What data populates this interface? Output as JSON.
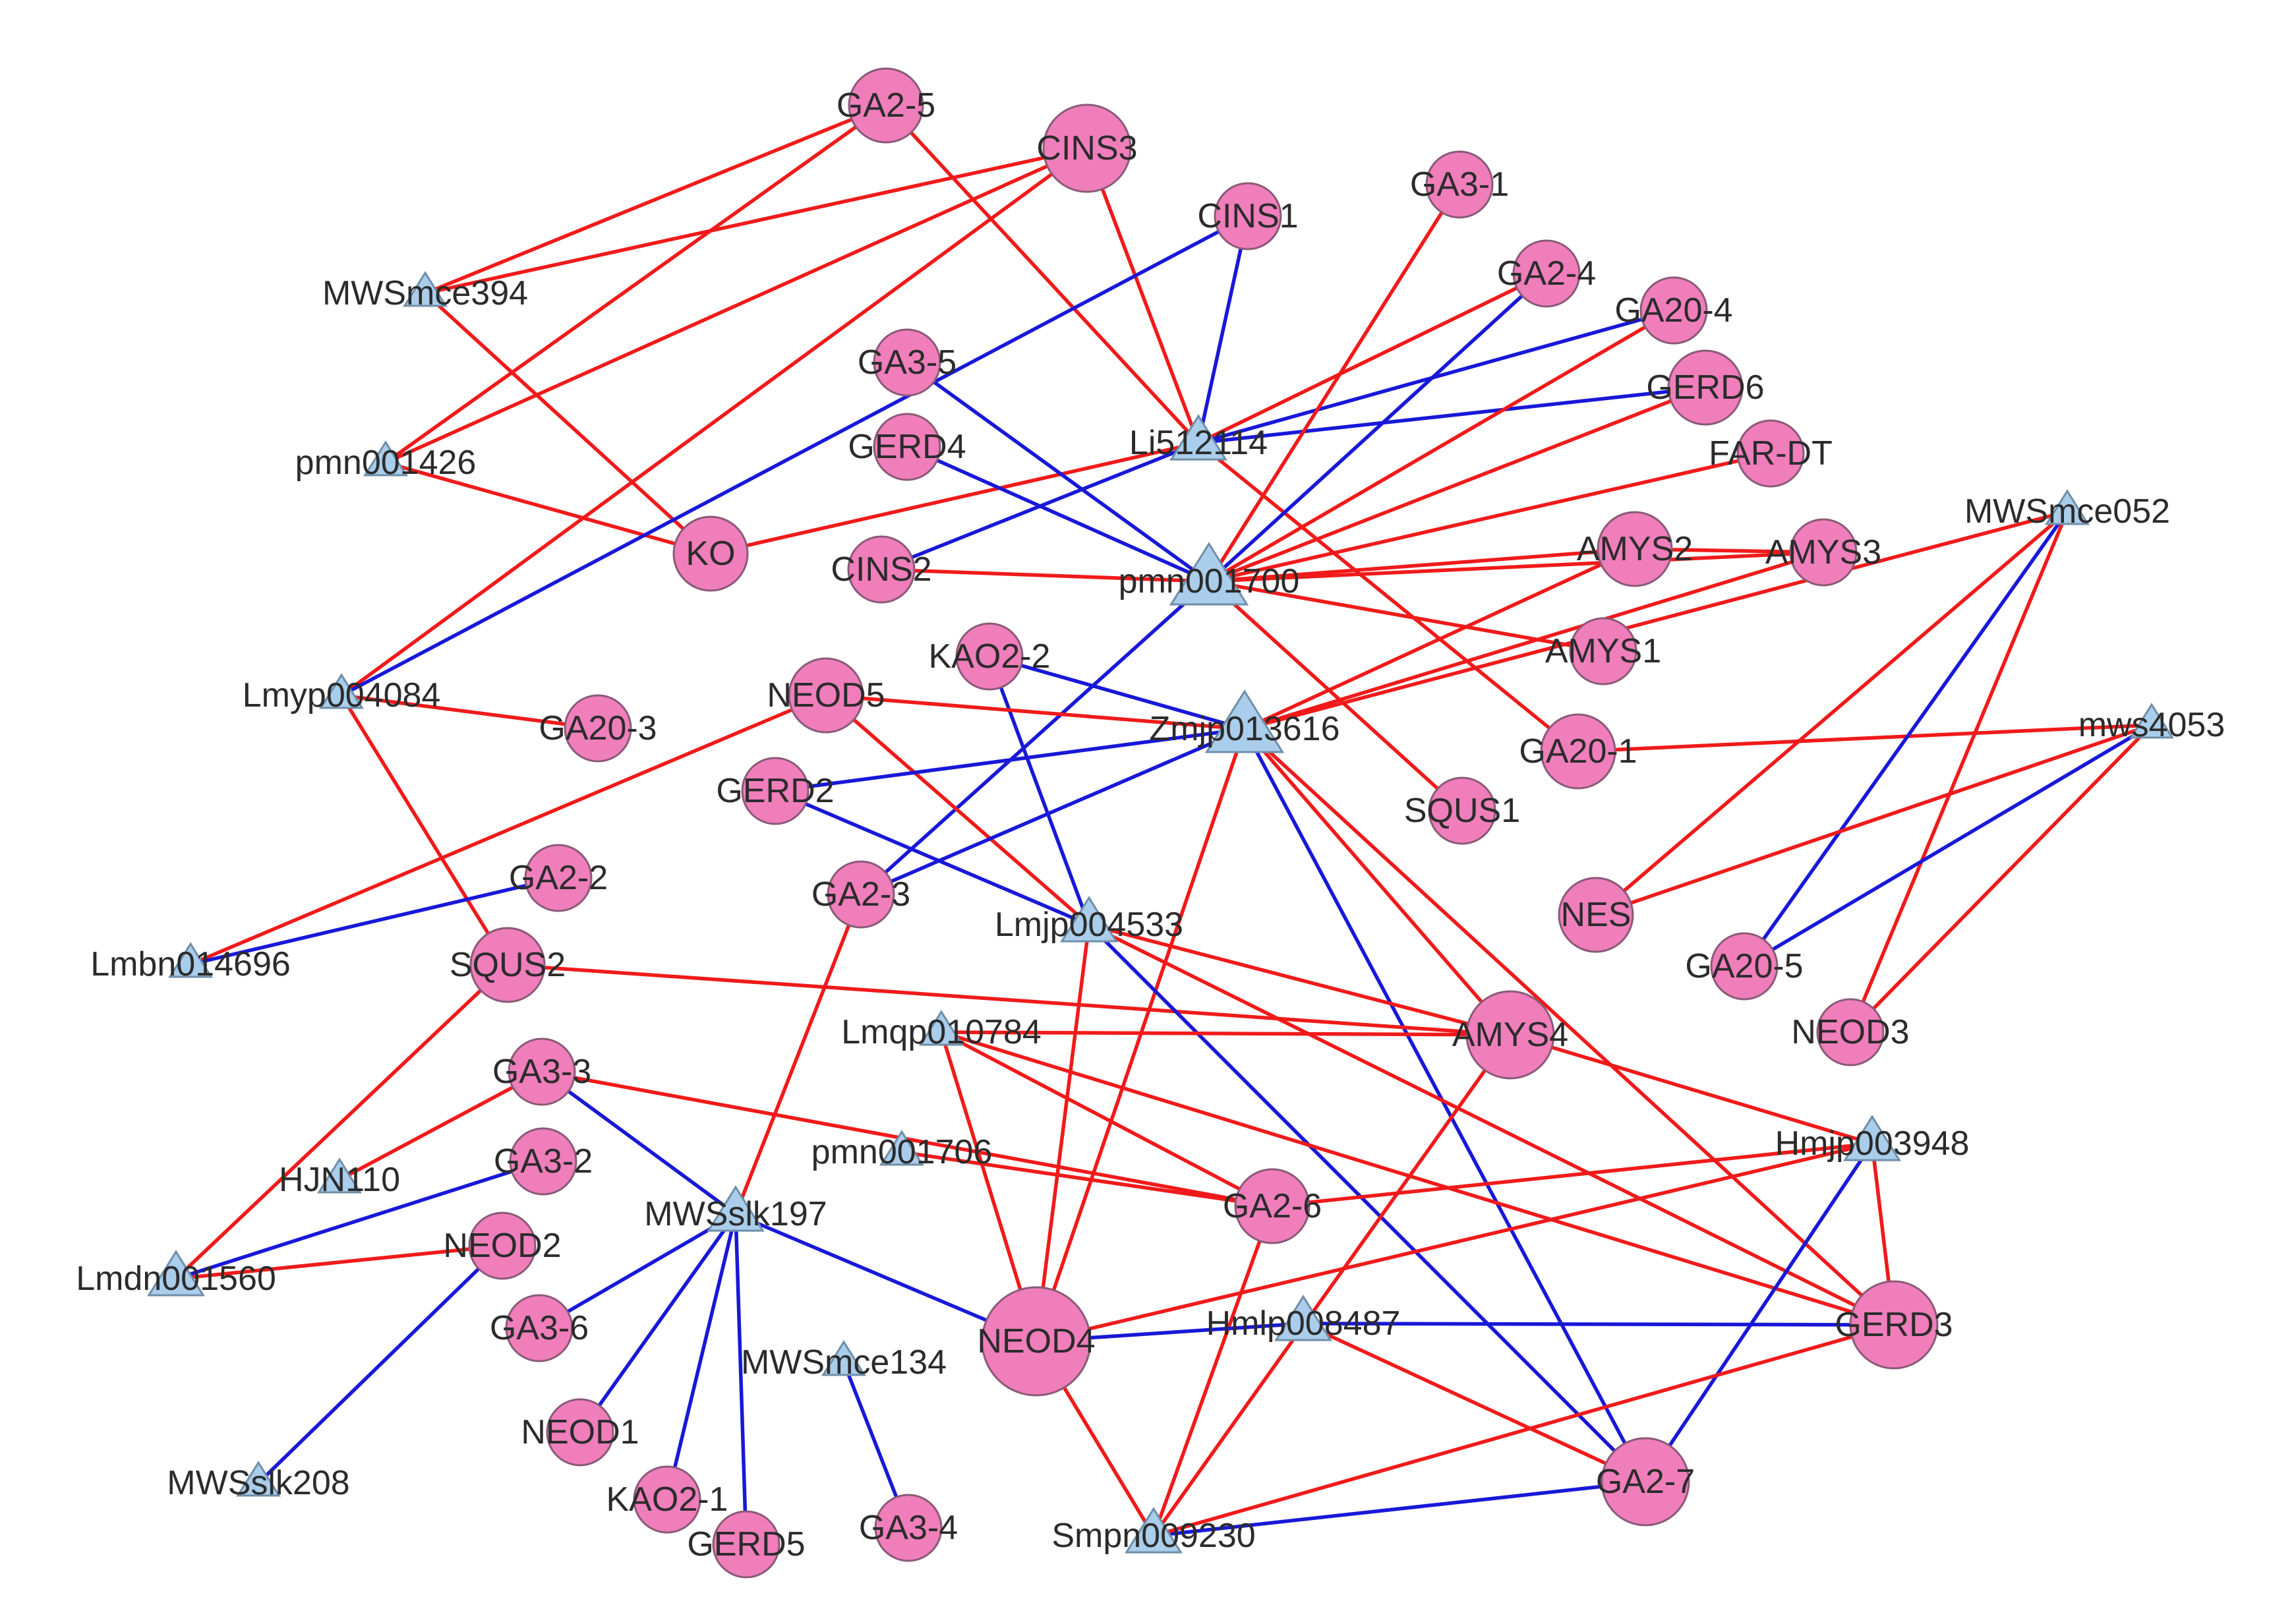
{
  "colors": {
    "circle_fill": "#f07ebb",
    "triangle_fill": "#a9cdea",
    "positive_edge": "#f01a1a",
    "negative_edge": "#1818d8"
  },
  "edge_types": {
    "r": "positive_edge",
    "b": "negative_edge"
  },
  "nodes": [
    {
      "id": "GA2-5",
      "shape": "circle",
      "size": "m"
    },
    {
      "id": "CINS3",
      "shape": "circle",
      "size": "l"
    },
    {
      "id": "CINS1",
      "shape": "circle",
      "size": "s"
    },
    {
      "id": "GA3-1",
      "shape": "circle",
      "size": "s"
    },
    {
      "id": "GA2-4",
      "shape": "circle",
      "size": "s"
    },
    {
      "id": "GA20-4",
      "shape": "circle",
      "size": "s"
    },
    {
      "id": "GERD6",
      "shape": "circle",
      "size": "m"
    },
    {
      "id": "FAR-DT",
      "shape": "circle",
      "size": "s"
    },
    {
      "id": "MWSmce394",
      "shape": "triangle",
      "size": "s"
    },
    {
      "id": "GA3-5",
      "shape": "circle",
      "size": "s"
    },
    {
      "id": "GERD4",
      "shape": "circle",
      "size": "s"
    },
    {
      "id": "Li512114",
      "shape": "triangle",
      "size": "m"
    },
    {
      "id": "pmn001426",
      "shape": "triangle",
      "size": "s"
    },
    {
      "id": "KO",
      "shape": "circle",
      "size": "m"
    },
    {
      "id": "CINS2",
      "shape": "circle",
      "size": "s"
    },
    {
      "id": "pmn001700",
      "shape": "triangle",
      "size": "l"
    },
    {
      "id": "AMYS2",
      "shape": "circle",
      "size": "m"
    },
    {
      "id": "AMYS3",
      "shape": "circle",
      "size": "s"
    },
    {
      "id": "MWSmce052",
      "shape": "triangle",
      "size": "s"
    },
    {
      "id": "KAO2-2",
      "shape": "circle",
      "size": "s"
    },
    {
      "id": "AMYS1",
      "shape": "circle",
      "size": "s"
    },
    {
      "id": "Lmyp004084",
      "shape": "triangle",
      "size": "s"
    },
    {
      "id": "NEOD5",
      "shape": "circle",
      "size": "m"
    },
    {
      "id": "GA20-3",
      "shape": "circle",
      "size": "s"
    },
    {
      "id": "Zmjp013616",
      "shape": "triangle",
      "size": "l"
    },
    {
      "id": "GA20-1",
      "shape": "circle",
      "size": "m"
    },
    {
      "id": "mws4053",
      "shape": "triangle",
      "size": "s"
    },
    {
      "id": "GERD2",
      "shape": "circle",
      "size": "s"
    },
    {
      "id": "SQUS1",
      "shape": "circle",
      "size": "s"
    },
    {
      "id": "GA2-2",
      "shape": "circle",
      "size": "s"
    },
    {
      "id": "GA2-3",
      "shape": "circle",
      "size": "s"
    },
    {
      "id": "Lmjp004533",
      "shape": "triangle",
      "size": "m"
    },
    {
      "id": "NES",
      "shape": "circle",
      "size": "m"
    },
    {
      "id": "Lmbn014696",
      "shape": "triangle",
      "size": "s"
    },
    {
      "id": "SQUS2",
      "shape": "circle",
      "size": "m"
    },
    {
      "id": "GA20-5",
      "shape": "circle",
      "size": "s"
    },
    {
      "id": "Lmqp010784",
      "shape": "triangle",
      "size": "s"
    },
    {
      "id": "AMYS4",
      "shape": "circle",
      "size": "l"
    },
    {
      "id": "NEOD3",
      "shape": "circle",
      "size": "s"
    },
    {
      "id": "GA3-3",
      "shape": "circle",
      "size": "s"
    },
    {
      "id": "Hmjp003948",
      "shape": "triangle",
      "size": "m"
    },
    {
      "id": "pmn001706",
      "shape": "triangle",
      "size": "s"
    },
    {
      "id": "GA3-2",
      "shape": "circle",
      "size": "s"
    },
    {
      "id": "HJN110",
      "shape": "triangle",
      "size": "s"
    },
    {
      "id": "MWSslk197",
      "shape": "triangle",
      "size": "m"
    },
    {
      "id": "GA2-6",
      "shape": "circle",
      "size": "m"
    },
    {
      "id": "NEOD2",
      "shape": "circle",
      "size": "s"
    },
    {
      "id": "Lmdn001560",
      "shape": "triangle",
      "size": "m"
    },
    {
      "id": "GA3-6",
      "shape": "circle",
      "size": "s"
    },
    {
      "id": "NEOD4",
      "shape": "circle",
      "size": "xl"
    },
    {
      "id": "Hmlp008487",
      "shape": "triangle",
      "size": "m"
    },
    {
      "id": "GERD3",
      "shape": "circle",
      "size": "l"
    },
    {
      "id": "MWSmce134",
      "shape": "triangle",
      "size": "s"
    },
    {
      "id": "NEOD1",
      "shape": "circle",
      "size": "s"
    },
    {
      "id": "MWSslk208",
      "shape": "triangle",
      "size": "s"
    },
    {
      "id": "KAO2-1",
      "shape": "circle",
      "size": "s"
    },
    {
      "id": "GERD5",
      "shape": "circle",
      "size": "s"
    },
    {
      "id": "GA3-4",
      "shape": "circle",
      "size": "s"
    },
    {
      "id": "Smpn009230",
      "shape": "triangle",
      "size": "m"
    },
    {
      "id": "GA2-7",
      "shape": "circle",
      "size": "l"
    }
  ],
  "edges": [
    [
      "GA2-5",
      "MWSmce394",
      "r"
    ],
    [
      "GA2-5",
      "pmn001426",
      "r"
    ],
    [
      "GA2-5",
      "Li512114",
      "r"
    ],
    [
      "CINS3",
      "MWSmce394",
      "r"
    ],
    [
      "CINS3",
      "pmn001426",
      "r"
    ],
    [
      "CINS3",
      "Lmyp004084",
      "r"
    ],
    [
      "CINS3",
      "Li512114",
      "r"
    ],
    [
      "MWSmce394",
      "KO",
      "r"
    ],
    [
      "pmn001426",
      "KO",
      "r"
    ],
    [
      "KO",
      "Li512114",
      "r"
    ],
    [
      "CINS1",
      "Li512114",
      "b"
    ],
    [
      "CINS1",
      "Lmyp004084",
      "b"
    ],
    [
      "GA2-4",
      "Li512114",
      "r"
    ],
    [
      "GA20-4",
      "Li512114",
      "b"
    ],
    [
      "GERD6",
      "Li512114",
      "b"
    ],
    [
      "Li512114",
      "CINS2",
      "b"
    ],
    [
      "Li512114",
      "GA20-1",
      "r"
    ],
    [
      "GA3-1",
      "pmn001700",
      "r"
    ],
    [
      "GA2-4",
      "pmn001700",
      "b"
    ],
    [
      "GA20-4",
      "pmn001700",
      "r"
    ],
    [
      "GERD6",
      "pmn001700",
      "r"
    ],
    [
      "FAR-DT",
      "pmn001700",
      "r"
    ],
    [
      "GA3-5",
      "pmn001700",
      "b"
    ],
    [
      "GERD4",
      "pmn001700",
      "b"
    ],
    [
      "CINS2",
      "pmn001700",
      "r"
    ],
    [
      "AMYS2",
      "pmn001700",
      "r"
    ],
    [
      "AMYS3",
      "pmn001700",
      "r"
    ],
    [
      "AMYS1",
      "pmn001700",
      "r"
    ],
    [
      "SQUS1",
      "pmn001700",
      "r"
    ],
    [
      "GA2-3",
      "pmn001700",
      "b"
    ],
    [
      "AMYS2",
      "AMYS3",
      "r"
    ],
    [
      "KAO2-2",
      "Zmjp013616",
      "b"
    ],
    [
      "KAO2-2",
      "Lmjp004533",
      "b"
    ],
    [
      "NEOD5",
      "Zmjp013616",
      "r"
    ],
    [
      "NEOD5",
      "Lmbn014696",
      "r"
    ],
    [
      "NEOD5",
      "Lmjp004533",
      "r"
    ],
    [
      "GERD2",
      "Zmjp013616",
      "b"
    ],
    [
      "GERD2",
      "Lmjp004533",
      "b"
    ],
    [
      "GA2-3",
      "Zmjp013616",
      "b"
    ],
    [
      "GA2-3",
      "MWSslk197",
      "r"
    ],
    [
      "AMYS2",
      "Zmjp013616",
      "r"
    ],
    [
      "AMYS3",
      "Zmjp013616",
      "r"
    ],
    [
      "Zmjp013616",
      "NEOD4",
      "r"
    ],
    [
      "Zmjp013616",
      "AMYS4",
      "r"
    ],
    [
      "Zmjp013616",
      "GA2-7",
      "b"
    ],
    [
      "Zmjp013616",
      "GERD3",
      "r"
    ],
    [
      "Lmyp004084",
      "GA20-3",
      "r"
    ],
    [
      "Lmyp004084",
      "SQUS2",
      "r"
    ],
    [
      "GA2-2",
      "Lmbn014696",
      "b"
    ],
    [
      "SQUS2",
      "Lmdn001560",
      "r"
    ],
    [
      "SQUS2",
      "AMYS4",
      "r"
    ],
    [
      "GA20-1",
      "mws4053",
      "r"
    ],
    [
      "MWSmce052",
      "NES",
      "r"
    ],
    [
      "MWSmce052",
      "GA20-5",
      "b"
    ],
    [
      "MWSmce052",
      "NEOD3",
      "r"
    ],
    [
      "MWSmce052",
      "Zmjp013616",
      "r"
    ],
    [
      "mws4053",
      "NES",
      "r"
    ],
    [
      "mws4053",
      "GA20-5",
      "b"
    ],
    [
      "mws4053",
      "NEOD3",
      "r"
    ],
    [
      "Lmjp004533",
      "NEOD4",
      "r"
    ],
    [
      "Lmjp004533",
      "AMYS4",
      "r"
    ],
    [
      "Lmjp004533",
      "GA2-7",
      "b"
    ],
    [
      "Lmjp004533",
      "GERD3",
      "r"
    ],
    [
      "Lmqp010784",
      "NEOD4",
      "r"
    ],
    [
      "Lmqp010784",
      "GA2-6",
      "r"
    ],
    [
      "Lmqp010784",
      "GERD3",
      "r"
    ],
    [
      "Lmqp010784",
      "AMYS4",
      "r"
    ],
    [
      "AMYS4",
      "Hmjp003948",
      "r"
    ],
    [
      "AMYS4",
      "Smpn009230",
      "r"
    ],
    [
      "GA3-3",
      "HJN110",
      "r"
    ],
    [
      "GA3-3",
      "MWSslk197",
      "b"
    ],
    [
      "GA3-3",
      "GA2-6",
      "r"
    ],
    [
      "GA3-2",
      "Lmdn001560",
      "b"
    ],
    [
      "NEOD2",
      "Lmdn001560",
      "r"
    ],
    [
      "NEOD2",
      "MWSslk208",
      "b"
    ],
    [
      "MWSslk197",
      "GA3-6",
      "b"
    ],
    [
      "MWSslk197",
      "NEOD1",
      "b"
    ],
    [
      "MWSslk197",
      "KAO2-1",
      "b"
    ],
    [
      "MWSslk197",
      "GERD5",
      "b"
    ],
    [
      "MWSslk197",
      "NEOD4",
      "b"
    ],
    [
      "pmn001706",
      "GA2-6",
      "r"
    ],
    [
      "GA2-6",
      "Hmjp003948",
      "r"
    ],
    [
      "GA2-6",
      "Smpn009230",
      "r"
    ],
    [
      "NEOD4",
      "Hmjp003948",
      "r"
    ],
    [
      "NEOD4",
      "Hmlp008487",
      "b"
    ],
    [
      "NEOD4",
      "Smpn009230",
      "r"
    ],
    [
      "Hmlp008487",
      "GERD3",
      "b"
    ],
    [
      "Hmlp008487",
      "GA2-7",
      "r"
    ],
    [
      "Hmjp003948",
      "GERD3",
      "r"
    ],
    [
      "Hmjp003948",
      "GA2-7",
      "b"
    ],
    [
      "Smpn009230",
      "GA2-7",
      "b"
    ],
    [
      "Smpn009230",
      "GERD3",
      "r"
    ],
    [
      "MWSmce134",
      "GA3-4",
      "b"
    ]
  ]
}
